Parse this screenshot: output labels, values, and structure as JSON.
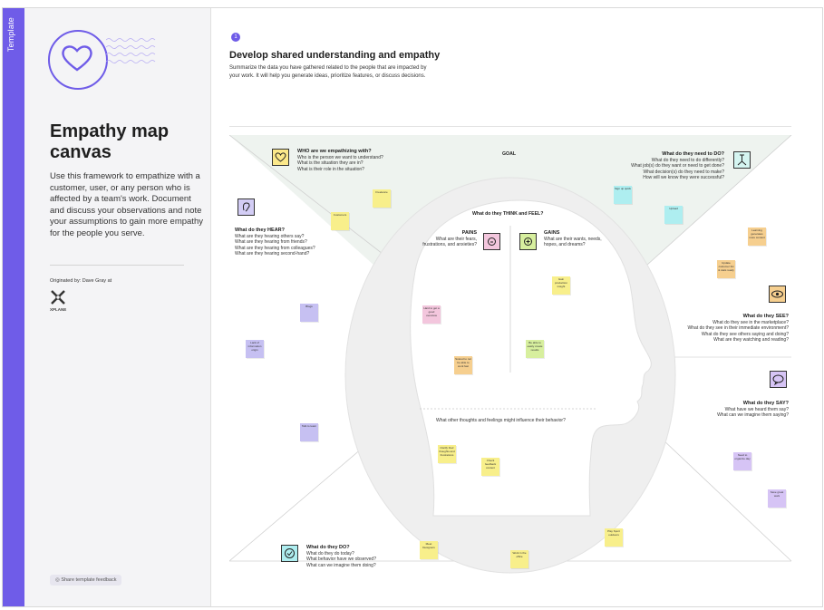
{
  "left_panel": {
    "rail_label": "Template",
    "title": "Empathy map canvas",
    "description": "Use this framework to empathize with a customer, user, or any person who is affected by a team's work. Document and discuss your observations and note your assumptions to gain more empathy for the people you serve.",
    "organizer": "Originated by: Dave Gray at",
    "org_logo_text": "XPLANE",
    "feedback_label": "Share template feedback"
  },
  "header": {
    "step": "1",
    "title": "Develop shared understanding and empathy",
    "subtitle": "Summarize the data you have gathered related to the people that are impacted by your work. It will help you generate ideas, prioritize features, or discuss decisions."
  },
  "canvas": {
    "goal_label": "GOAL",
    "who": {
      "title": "WHO are we empathizing with?",
      "lines": [
        "Who is the person we want to understand?",
        "What is the situation they are in?",
        "What is their role in the situation?"
      ]
    },
    "need": {
      "title": "What do they need to DO?",
      "lines": [
        "What do they need to do differently?",
        "What job(s) do they want or need to get done?",
        "What decision(s) do they need to make?",
        "How will we know they were successful?"
      ]
    },
    "hear": {
      "title": "What do they HEAR?",
      "lines": [
        "What are they hearing others say?",
        "What are they hearing from friends?",
        "What are they hearing from colleagues?",
        "What are they hearing second-hand?"
      ]
    },
    "see": {
      "title": "What do they SEE?",
      "lines": [
        "What do they see in the marketplace?",
        "What do they see in their immediate environment?",
        "What do they see others saying and doing?",
        "What are they watching and reading?"
      ]
    },
    "say": {
      "title": "What do they SAY?",
      "lines": [
        "What have we heard them say?",
        "What can we imagine them saying?"
      ]
    },
    "do": {
      "title": "What do they DO?",
      "lines": [
        "What do they do today?",
        "What behavior have we observed?",
        "What can we imagine them doing?"
      ]
    },
    "think_feel": "What do they THINK and FEEL?",
    "pains": {
      "title": "PAINS",
      "text": "What are their fears, frustrations, and anxieties?"
    },
    "gains": {
      "title": "GAINS",
      "text": "What are their wants, needs, hopes, and dreams?"
    },
    "other_thoughts": "What other thoughts and feelings might influence their behavior?"
  },
  "stickies": [
    {
      "id": "s1",
      "text": "Freelance",
      "color": "yellow"
    },
    {
      "id": "s2",
      "text": "Customers",
      "color": "yellow"
    },
    {
      "id": "s3",
      "text": "Sign up quick",
      "color": "cyan"
    },
    {
      "id": "s4",
      "text": "Upload",
      "color": "cyan"
    },
    {
      "id": "s5",
      "text": "Learning generates more content",
      "color": "orange"
    },
    {
      "id": "s6",
      "text": "Update customer list & stats ready",
      "color": "orange"
    },
    {
      "id": "s7",
      "text": "Blogs",
      "color": "purple"
    },
    {
      "id": "s8",
      "text": "Lack of information origin",
      "color": "purple"
    },
    {
      "id": "s9",
      "text": "Hard to get a good overview",
      "color": "pink"
    },
    {
      "id": "s10",
      "text": "Scared to not be able to work fast",
      "color": "orange"
    },
    {
      "id": "s11",
      "text": "Gain production insight",
      "color": "yellow"
    },
    {
      "id": "s12",
      "text": "Be able to easily create results",
      "color": "green"
    },
    {
      "id": "s13",
      "text": "Talk to team",
      "color": "purple"
    },
    {
      "id": "s14",
      "text": "Clarify their thoughts and frustrations",
      "color": "yellow"
    },
    {
      "id": "s15",
      "text": "Check feedback content",
      "color": "yellow"
    },
    {
      "id": "s16",
      "text": "Need to organize day",
      "color": "lav"
    },
    {
      "id": "s17",
      "text": "Save great work",
      "color": "lav"
    },
    {
      "id": "s18",
      "text": "Meet Designers",
      "color": "yellow"
    },
    {
      "id": "s19",
      "text": "Work in the office",
      "color": "yellow"
    },
    {
      "id": "s20",
      "text": "Play Sport outdoors",
      "color": "yellow"
    }
  ]
}
